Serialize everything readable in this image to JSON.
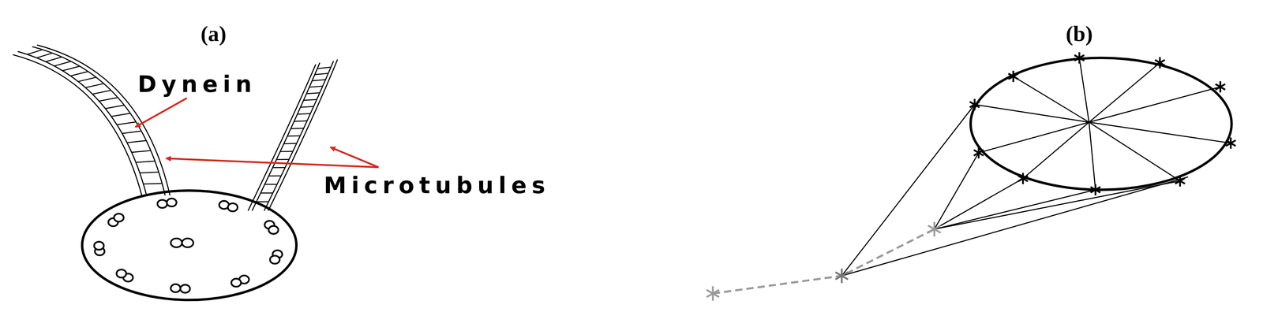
{
  "diagram": {
    "labels": [
      "(a)",
      "(b)",
      "Dynein",
      "Microtubules"
    ]
  }
}
